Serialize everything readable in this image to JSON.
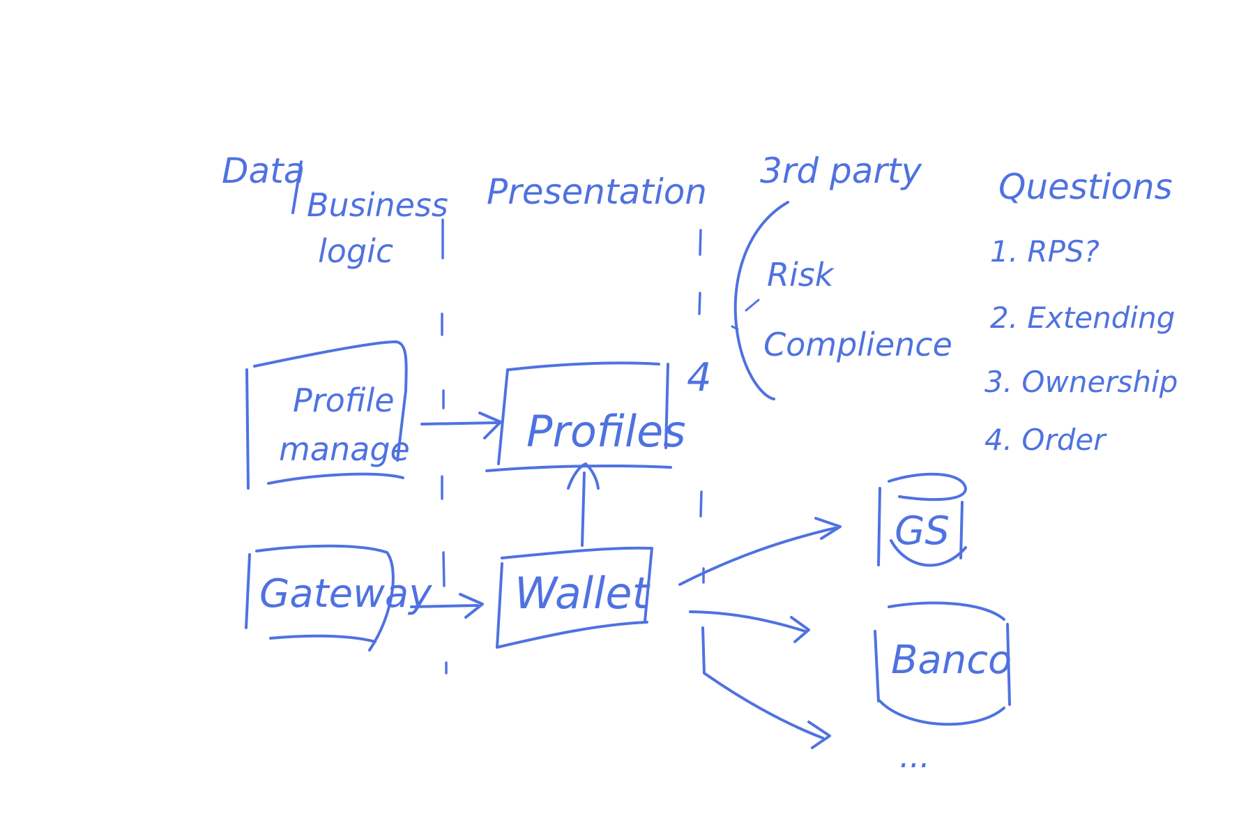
{
  "ink_color": "#4f72e0",
  "background_color": "#ffffff",
  "columns": {
    "data_label": "Data",
    "slash": "/",
    "business_label": "Business",
    "logic_label": "logic",
    "presentation_label": "Presentation",
    "third_party_label": "3rd party"
  },
  "nodes": {
    "profile_manage_line1": "Profile",
    "profile_manage_line2": "manage",
    "profiles": "Profiles",
    "gateway": "Gateway",
    "wallet": "Wallet",
    "gs": "GS",
    "banco": "Banco",
    "more": "..."
  },
  "third_party_items": {
    "risk": "Risk",
    "compliance": "Complience"
  },
  "annotation_four": "4",
  "questions": {
    "title": "Questions",
    "items": [
      "1. RPS?",
      "2. Extending",
      "3. Ownership",
      "4. Order"
    ]
  }
}
